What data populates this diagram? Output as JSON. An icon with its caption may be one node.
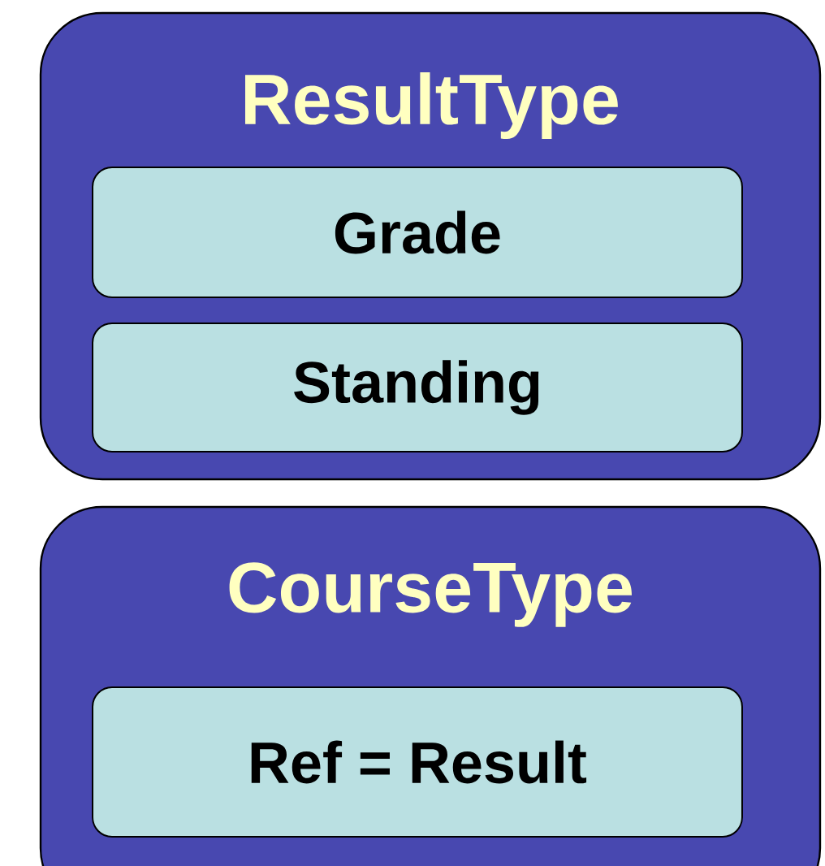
{
  "diagram": {
    "nodes": [
      {
        "text": [
          "ResultType"
        ]
      },
      {
        "text": [
          "Grade"
        ],
        "in": 0
      },
      {
        "text": [
          "Standing"
        ],
        "in": 0
      },
      {
        "text": [
          "CourseType"
        ]
      },
      {
        "text": [
          "Ref = Result"
        ],
        "in": 3
      }
    ]
  }
}
